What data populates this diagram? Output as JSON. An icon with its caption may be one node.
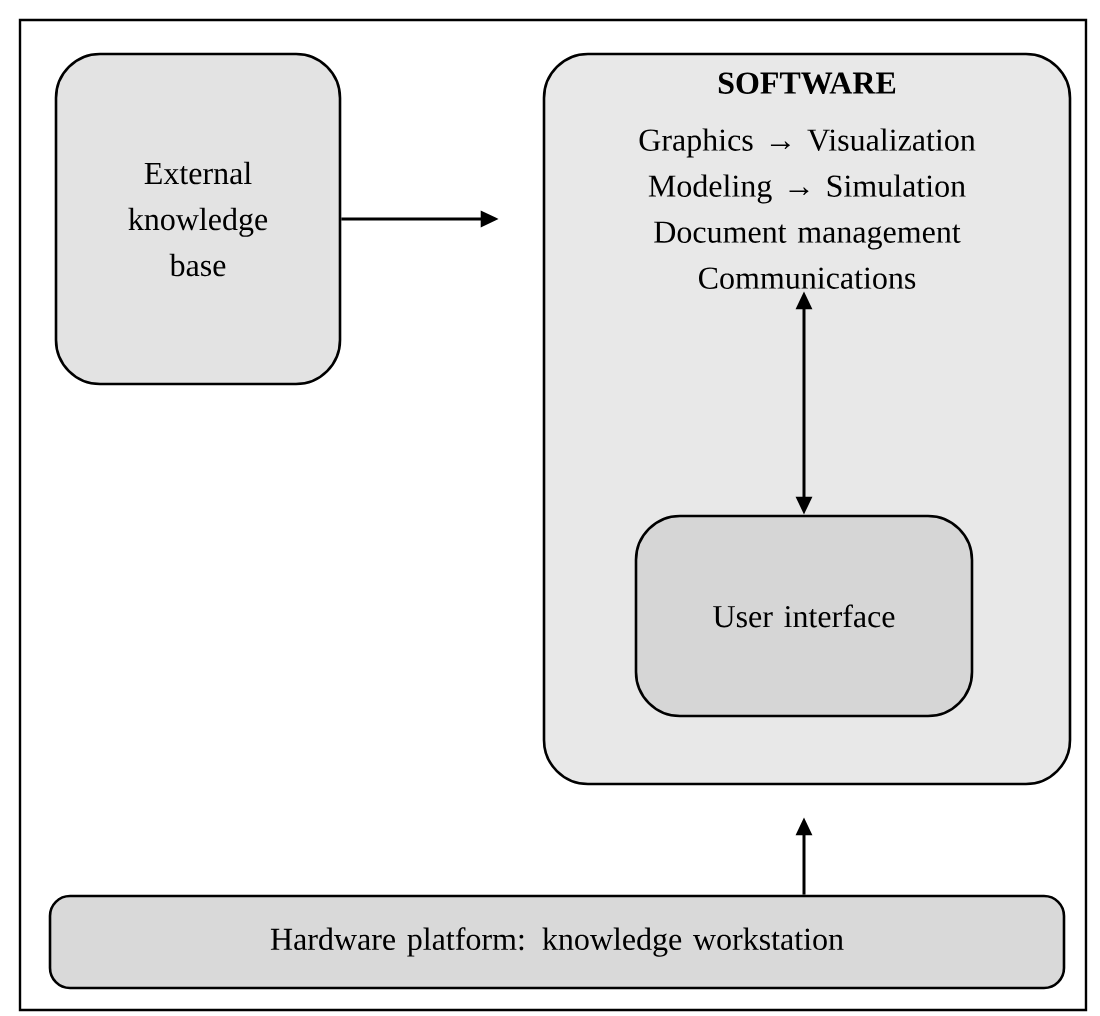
{
  "diagram": {
    "nodes": [
      {
        "text": [
          "External knowledge base"
        ]
      },
      {
        "text": [
          "SOFTWARE"
        ]
      },
      {
        "text": [
          "Graphics → Visualization",
          "Modeling → Simulation",
          "Document management",
          "Communications"
        ],
        "in": 1
      },
      {
        "text": [
          "User interface"
        ],
        "in": 1
      },
      {
        "text": [
          "Hardware platform: knowledge workstation"
        ]
      }
    ],
    "edges": [
      {
        "from": 0,
        "to": 1,
        "arrow": "to"
      },
      {
        "from": 2,
        "to": 3,
        "arrow": "both"
      },
      {
        "from": 4,
        "to": 1,
        "arrow": "to"
      }
    ]
  }
}
